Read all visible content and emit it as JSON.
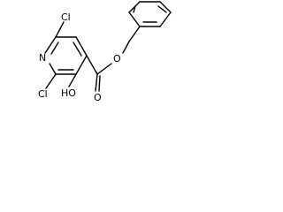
{
  "molecule": {
    "atoms": {
      "cl_top": "Cl",
      "nitrogen": "N",
      "cl_left": "Cl",
      "hydroxyl": "HO",
      "carbonyl_oxygen": "O",
      "ester_oxygen": "O"
    },
    "colors": {
      "bond": "#000000",
      "label": "#000000",
      "background": "#ffffff"
    }
  }
}
